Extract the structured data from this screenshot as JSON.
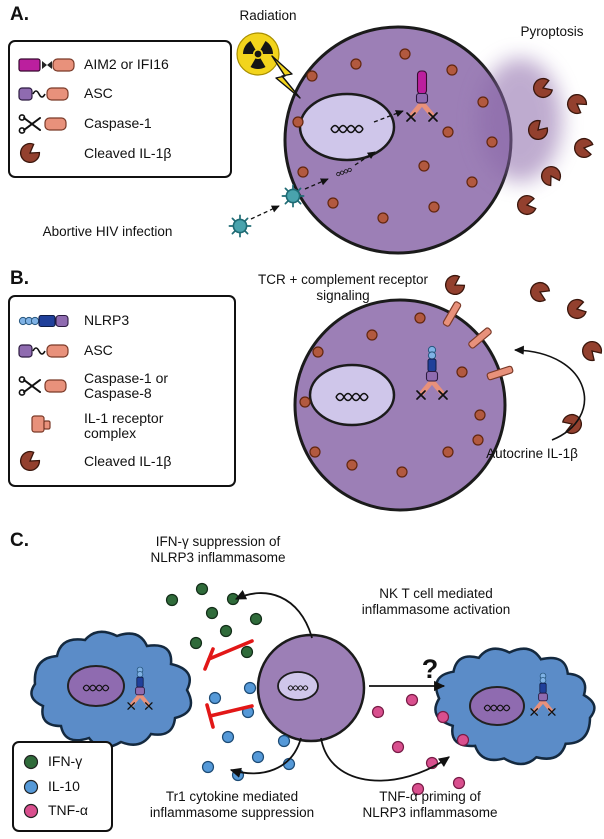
{
  "panels": {
    "a": {
      "label": "A.",
      "legend": {
        "items": [
          {
            "label": "AIM2 or IFI16"
          },
          {
            "label": "ASC"
          },
          {
            "label": "Caspase-1"
          },
          {
            "label": "Cleaved IL-1β"
          }
        ]
      },
      "labels": {
        "radiation": "Radiation",
        "pyroptosis": "Pyroptosis",
        "hiv": "Abortive HIV infection"
      }
    },
    "b": {
      "label": "B.",
      "legend": {
        "items": [
          {
            "label": "NLRP3"
          },
          {
            "label": "ASC"
          },
          {
            "label": "Caspase-1 or\nCaspase-8"
          },
          {
            "label": "IL-1 receptor\ncomplex"
          },
          {
            "label": "Cleaved IL-1β"
          }
        ]
      },
      "labels": {
        "tcr": "TCR + complement receptor\nsignaling",
        "autocrine": "Autocrine IL-1β"
      }
    },
    "c": {
      "label": "C.",
      "labels": {
        "ifn_suppression": "IFN-γ suppression of\nNLRP3 inflammasome",
        "nkt_activation": "NK T cell mediated\ninflammasome activation",
        "question_mark": "?",
        "tr1_suppression": "Tr1 cytokine mediated\ninflammasome suppression",
        "tnf_priming": "TNF-α priming of\nNLRP3 inflammasome"
      },
      "legend": {
        "items": [
          {
            "label": "IFN-γ",
            "color": "#2f6b3a"
          },
          {
            "label": "IL-10",
            "color": "#5599d8"
          },
          {
            "label": "TNF-α",
            "color": "#d94f8e"
          }
        ]
      }
    }
  },
  "colors": {
    "cell_purple": "#9c7fb6",
    "nucleus_lavender": "#cfc6ea",
    "macrophage_blue": "#5b8cc8",
    "salmon_asc_caspase": "#e8917b",
    "aim2_magenta": "#bb1f9e",
    "nlrp3_navy": "#20409a",
    "cleaved_il1b": "#93402e",
    "pro_il1b_dot": "#b2593f",
    "hiv_teal": "#49a3ad",
    "radiation_yellow": "#f2d41c",
    "inhibition_red": "#e21717"
  }
}
